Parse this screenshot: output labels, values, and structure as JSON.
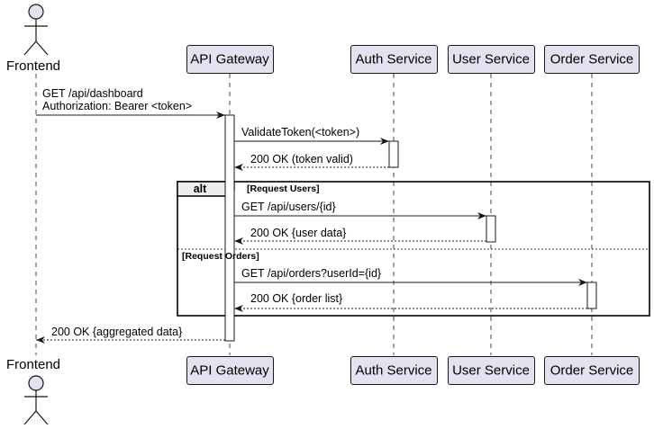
{
  "participants": {
    "frontend": "Frontend",
    "api_gateway": "API Gateway",
    "auth_service": "Auth Service",
    "user_service": "User Service",
    "order_service": "Order Service"
  },
  "messages": {
    "m1_line1": "GET /api/dashboard",
    "m1_line2": "Authorization: Bearer <token>",
    "m2": "ValidateToken(<token>)",
    "m3": "200 OK (token valid)",
    "m4": "GET /api/users/{id}",
    "m5": "200 OK {user data}",
    "m6": "GET /api/orders?userId={id}",
    "m7": "200 OK {order list}",
    "m8": "200 OK {aggregated data}"
  },
  "fragment": {
    "keyword": "alt",
    "condition_1": "[Request Users]",
    "condition_2": "[Request Orders]"
  },
  "colors": {
    "participant_fill": "#e2e2f0",
    "line": "#181818"
  }
}
